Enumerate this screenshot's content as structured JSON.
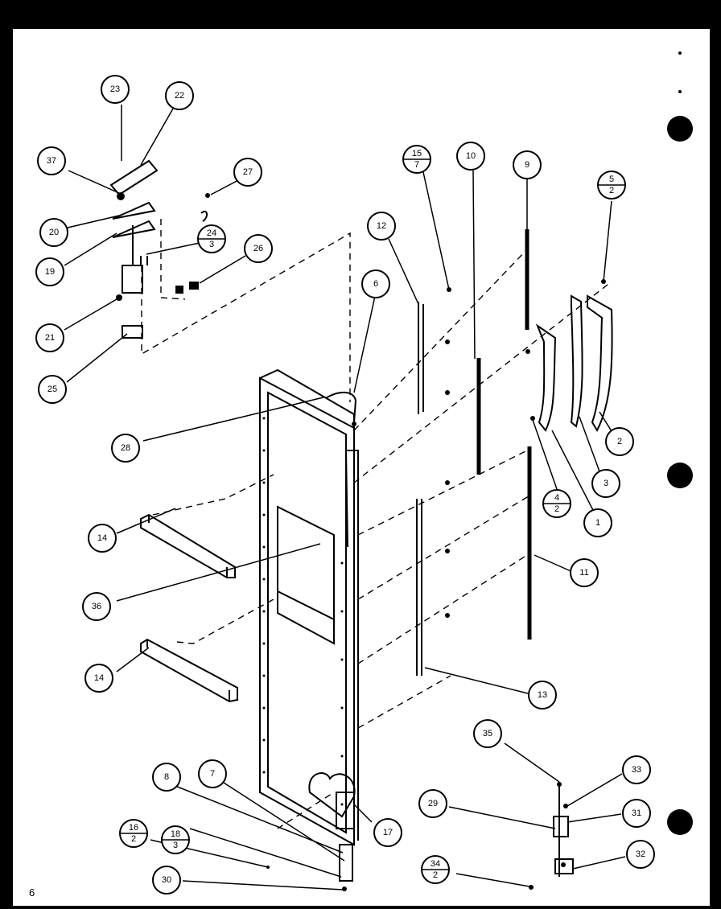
{
  "page_number": "6",
  "callouts": [
    {
      "id": "c23",
      "main": "23"
    },
    {
      "id": "c22",
      "main": "22"
    },
    {
      "id": "c37",
      "main": "37"
    },
    {
      "id": "c27",
      "main": "27"
    },
    {
      "id": "c20",
      "main": "20"
    },
    {
      "id": "c24",
      "main": "24",
      "sub": "3"
    },
    {
      "id": "c26",
      "main": "26"
    },
    {
      "id": "c19",
      "main": "19"
    },
    {
      "id": "c21",
      "main": "21"
    },
    {
      "id": "c25",
      "main": "25"
    },
    {
      "id": "c6",
      "main": "6"
    },
    {
      "id": "c28",
      "main": "28"
    },
    {
      "id": "c12",
      "main": "12"
    },
    {
      "id": "c15",
      "main": "15",
      "sub": "7"
    },
    {
      "id": "c10",
      "main": "10"
    },
    {
      "id": "c9",
      "main": "9"
    },
    {
      "id": "c5",
      "main": "5",
      "sub": "2"
    },
    {
      "id": "c2",
      "main": "2"
    },
    {
      "id": "c3",
      "main": "3"
    },
    {
      "id": "c4",
      "main": "4",
      "sub": "2"
    },
    {
      "id": "c1",
      "main": "1"
    },
    {
      "id": "c11",
      "main": "11"
    },
    {
      "id": "c14a",
      "main": "14"
    },
    {
      "id": "c36",
      "main": "36"
    },
    {
      "id": "c14b",
      "main": "14"
    },
    {
      "id": "c13",
      "main": "13"
    },
    {
      "id": "c35",
      "main": "35"
    },
    {
      "id": "c33",
      "main": "33"
    },
    {
      "id": "c29",
      "main": "29"
    },
    {
      "id": "c31",
      "main": "31"
    },
    {
      "id": "c32",
      "main": "32"
    },
    {
      "id": "c34",
      "main": "34",
      "sub": "2"
    },
    {
      "id": "c8",
      "main": "8"
    },
    {
      "id": "c7",
      "main": "7"
    },
    {
      "id": "c18",
      "main": "18",
      "sub": "3"
    },
    {
      "id": "c16",
      "main": "16",
      "sub": "2"
    },
    {
      "id": "c17",
      "main": "17"
    },
    {
      "id": "c30",
      "main": "30"
    }
  ]
}
